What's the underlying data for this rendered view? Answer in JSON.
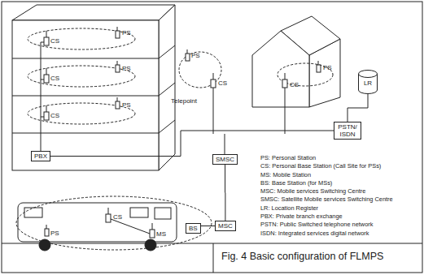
{
  "diagram": {
    "caption": "Fig. 4 Basic configuration of FLMPS",
    "nodes": [
      {
        "text": [
          "PBX"
        ]
      },
      {
        "text": [
          "LR"
        ]
      },
      {
        "text": [
          "PSTN/ ISDN"
        ]
      },
      {
        "text": [
          "SMSC"
        ]
      },
      {
        "text": [
          "BS"
        ]
      },
      {
        "text": [
          "MSC"
        ]
      }
    ],
    "edges": [
      {
        "from": 0,
        "to": 2,
        "arrow": "none"
      },
      {
        "from": 1,
        "to": 2,
        "arrow": "none"
      },
      {
        "from": 3,
        "to": 5,
        "arrow": "none"
      },
      {
        "from": 5,
        "to": 4,
        "arrow": "none"
      }
    ],
    "labels": [
      "CS",
      "PS",
      "CS",
      "PS",
      "CS",
      "PS",
      "PS",
      "CS",
      "Telepoint",
      "CS",
      "PS",
      "PS",
      "CS",
      "MS"
    ],
    "legend": [
      {
        "text": "PS: Personal Station"
      },
      {
        "text": "CS: Personal Base Station (Call Site for PSs)"
      },
      {
        "text": "MS: Mobile Station"
      },
      {
        "text": "BS: Base Station (for MSs)"
      },
      {
        "text": "MSC: Mobile services Switching Centre"
      },
      {
        "text": "SMSC: Satellite Mobile services Switching Centre"
      },
      {
        "text": "LR: Location Register"
      },
      {
        "text": "PBX: Private branch exchange"
      },
      {
        "text": "PSTN: Public Switched telephone network"
      },
      {
        "text": "ISDN: Integrated services digital network"
      }
    ]
  }
}
